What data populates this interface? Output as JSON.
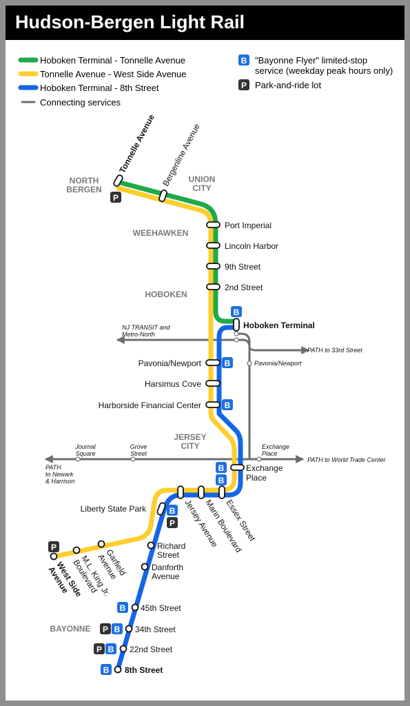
{
  "title": "Hudson-Bergen Light Rail",
  "colors": {
    "green": "#1faa4a",
    "yellow": "#ffcd2e",
    "blue": "#1565e6",
    "connecting": "#6e6e6e",
    "area_label": "#7a7a7a",
    "badge": "#1e6fe0",
    "park": "#333333"
  },
  "legend": {
    "lines": [
      {
        "label": "Hoboken Terminal - Tonnelle Avenue",
        "color_key": "green"
      },
      {
        "label": "Tonnelle Avenue - West Side Avenue",
        "color_key": "yellow"
      },
      {
        "label": "Hoboken Terminal - 8th Street",
        "color_key": "blue"
      },
      {
        "label": "Connecting services",
        "color_key": "connecting"
      }
    ],
    "badge_letter": "B",
    "badge_text_1": "\"Bayonne Flyer\" limited-stop",
    "badge_text_2": "service (weekday peak hours only)",
    "park_letter": "P",
    "park_text": "Park-and-ride lot"
  },
  "areas": {
    "north_bergen_1": "NORTH",
    "north_bergen_2": "BERGEN",
    "union_city_1": "UNION",
    "union_city_2": "CITY",
    "weehawken": "WEEHAWKEN",
    "hoboken": "HOBOKEN",
    "jersey_city_1": "JERSEY",
    "jersey_city_2": "CITY",
    "bayonne": "BAYONNE"
  },
  "stations": {
    "tonnelle": "Tonnelle Avenue",
    "bergenline": "Bergenline Avenue",
    "port_imperial": "Port Imperial",
    "lincoln_harbor": "Lincoln Harbor",
    "ninth_street": "9th Street",
    "second_street": "2nd Street",
    "hoboken_terminal": "Hoboken Terminal",
    "pavonia": "Pavonia/Newport",
    "harsimus": "Harsimus Cove",
    "harborside": "Harborside Financial Center",
    "exchange_1": "Exchange",
    "exchange_2": "Place",
    "essex": "Essex Street",
    "marin": "Marin Boulevard",
    "jersey_ave": "Jersey Avenue",
    "liberty": "Liberty State Park",
    "garfield_1": "Garfield",
    "garfield_2": "Avenue",
    "mlk_1": "M.L. King Jr.",
    "mlk_2": "Boulevard",
    "west_side_1": "West Side",
    "west_side_2": "Avenue",
    "richard_1": "Richard",
    "richard_2": "Street",
    "danforth_1": "Danforth",
    "danforth_2": "Avenue",
    "st45": "45th Street",
    "st34": "34th Street",
    "st22": "22nd Street",
    "st8": "8th Street"
  },
  "connections": {
    "nj_transit_1": "NJ TRANSIT and",
    "nj_transit_2": "Metro-North",
    "path_33rd": "PATH to 33rd Street",
    "path_pavonia": "Pavonia/Newport",
    "journal_1": "Journal",
    "journal_2": "Square",
    "grove_1": "Grove",
    "grove_2": "Street",
    "exchange_path_1": "Exchange",
    "exchange_path_2": "Place",
    "path_wtc": "PATH to World Trade Center",
    "path_newark_1": "PATH",
    "path_newark_2": "to Newark",
    "path_newark_3": "& Harrison"
  }
}
